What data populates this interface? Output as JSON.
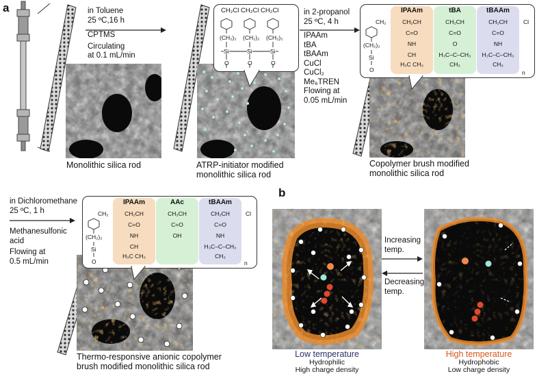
{
  "panel_labels": {
    "a": "a",
    "b": "b"
  },
  "step1": {
    "lines": [
      "in Toluene",
      "25 ºC,16 h",
      "CPTMS",
      "Circulating",
      "at 0.1 mL/min"
    ],
    "caption": "Monolithic silica rod"
  },
  "step2": {
    "lines": [
      "in 2-propanol",
      "25 ºC, 4 h",
      "IPAAm",
      "tBA",
      "tBAAm",
      "CuCl",
      "CuCl₂",
      "Me₆TREN",
      "Flowing at",
      "0.05 mL/min"
    ],
    "caption": [
      "ATRP-initiator modified",
      "monolithic silica rod"
    ],
    "structure": {
      "top": "CH₂Cl CH₂Cl CH₂Cl",
      "chain": "(CH₂)₂",
      "si": "Si",
      "o": "O"
    }
  },
  "step3": {
    "caption": [
      "Copolymer brush modified",
      "monolithic silica rod"
    ],
    "structure": {
      "start": "CH₂",
      "chain": "(CH₂)₂",
      "si": "Si",
      "o": "O",
      "end": "Cl",
      "n": "n",
      "blocks": [
        {
          "name": "IPAAm",
          "lines": [
            "CH₂CH",
            "C=O",
            "NH",
            "CH",
            "H₃C   CH₃"
          ]
        },
        {
          "name": "tBA",
          "lines": [
            "CH₂CH",
            "C=O",
            "O",
            "H₃C–C–CH₃",
            "CH₃"
          ]
        },
        {
          "name": "tBAAm",
          "lines": [
            "CH₂CH",
            "C=O",
            "NH",
            "H₃C–C–CH₃",
            "CH₃"
          ]
        }
      ]
    }
  },
  "step4": {
    "lines": [
      "in Dichloromethane",
      "25 ºC, 1 h",
      "Methanesulfonic",
      "acid",
      "Flowing at",
      "0.5 mL/min"
    ],
    "caption": [
      "Thermo-responsive anionic copolymer",
      "brush modified monolithic silica rod"
    ],
    "structure": {
      "start": "CH₂",
      "chain": "(CH₂)₂",
      "si": "Si",
      "o": "O",
      "end": "Cl",
      "n": "n",
      "blocks": [
        {
          "name": "IPAAm",
          "lines": [
            "CH₂CH",
            "C=O",
            "NH",
            "CH",
            "H₃C   CH₃"
          ]
        },
        {
          "name": "AAc",
          "lines": [
            "CH₂CH",
            "C=O",
            "OH"
          ]
        },
        {
          "name": "tBAAm",
          "lines": [
            "CH₂CH",
            "C=O",
            "NH",
            "H₃C–C–CH₃",
            "CH₃"
          ]
        }
      ]
    }
  },
  "panel_b": {
    "arrow_up": [
      "Increasing",
      "temp."
    ],
    "arrow_down": [
      "Decreasing",
      "temp."
    ],
    "left": {
      "title": "Low temperature",
      "lines": [
        "Hydrophilic",
        "High charge density"
      ]
    },
    "right": {
      "title": "High temperature",
      "lines": [
        "Hydrophobic",
        "Low charge density"
      ]
    }
  },
  "colors": {
    "ipaam": "#f7dcbf",
    "tba": "#d6f0d6",
    "tbaam": "#dcdcef",
    "brush": "#e9892b",
    "low_temp_text": "#2a2f66",
    "high_temp_text": "#d8561a"
  }
}
